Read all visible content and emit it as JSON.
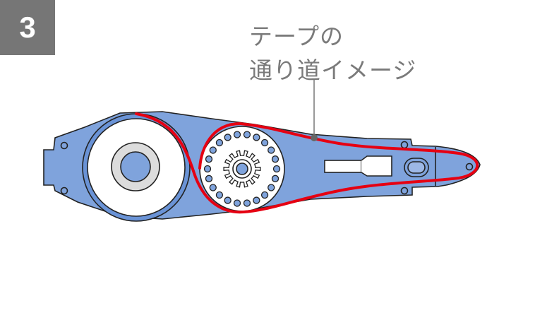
{
  "step_badge": {
    "number": "3"
  },
  "annotation": {
    "line1": "テープの",
    "line2": "通り道イメージ"
  },
  "colors": {
    "badge": "#767676",
    "body": "#7fa3dc",
    "tape_path": "#e60012",
    "label": "#7a7a7a"
  }
}
